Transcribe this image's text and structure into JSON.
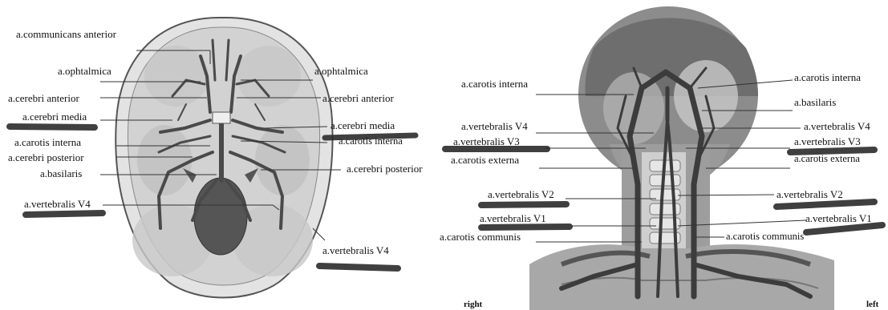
{
  "left_panel": {
    "labels": [
      "a.communicans anterior",
      "a.ophtalmica",
      "a.ophtalmica",
      "a.cerebri anterior",
      "a.cerebri anterior",
      "a.cerebri media",
      "a.cerebri media",
      "a.carotis interna",
      "a.carotis interna",
      "a.cerebri posterior",
      "a.cerebri posterior",
      "a.basilaris",
      "a.vertebralis V4",
      "a.vertebralis V4"
    ]
  },
  "right_panel": {
    "labels": [
      "a.carotis interna",
      "a.carotis interna",
      "a.basilaris",
      "a.vertebralis V4",
      "a.vertebralis V4",
      "a.vertebralis V3",
      "a.vertebralis V3",
      "a.carotis externa",
      "a.carotis externa",
      "a.vertebralis V2",
      "a.vertebralis V2",
      "a.vertebralis V1",
      "a.vertebralis V1",
      "a.carotis communis",
      "a.carotis communis"
    ],
    "side_right": "right",
    "side_left": "left"
  },
  "colors": {
    "ink": "#111111",
    "marker": "#2b2b2b",
    "bone": "#d9d9d9",
    "vessel": "#4a4a4a"
  }
}
